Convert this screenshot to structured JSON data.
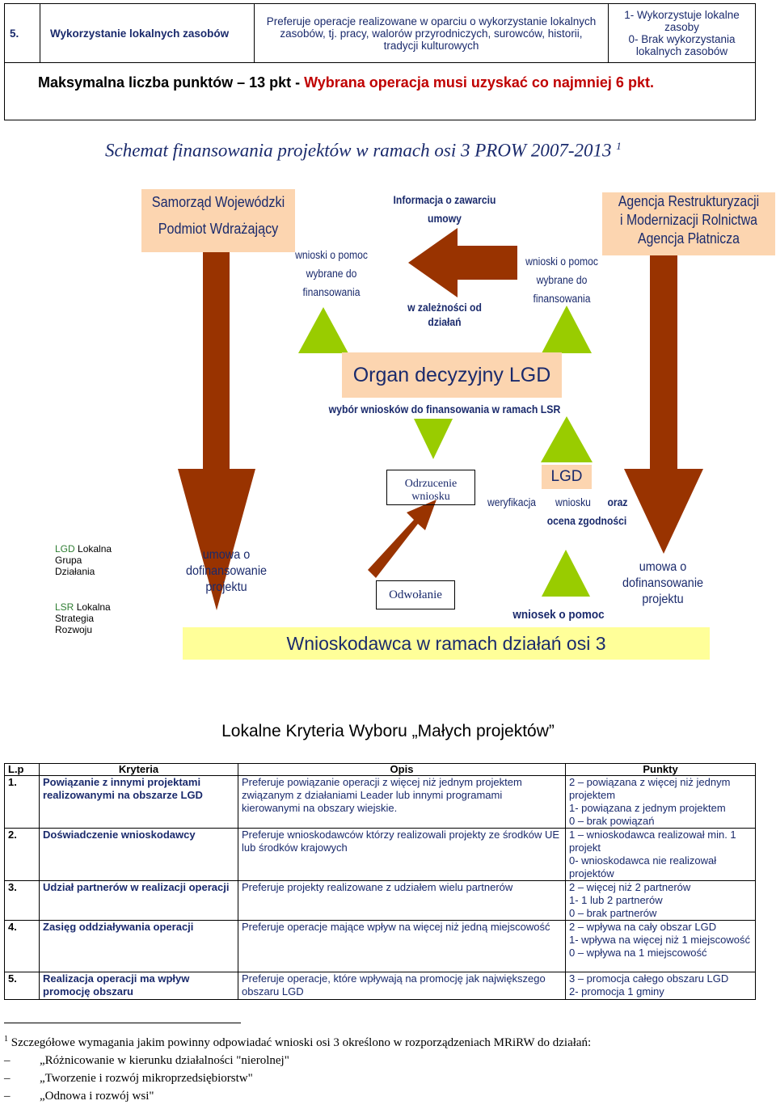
{
  "top_table": {
    "num": "5.",
    "criterion": "Wykorzystanie lokalnych zasobów",
    "description": "Preferuje operacje realizowane w oparciu o wykorzystanie lokalnych zasobów, tj. pracy, walorów przyrodniczych, surowców, historii, tradycji kulturowych",
    "points_line1": "1- Wykorzystuje lokalne zasoby",
    "points_line2": "0- Brak wykorzystania lokalnych zasobów",
    "max_prefix": "Maksymalna liczba punktów – 13 pkt - ",
    "max_red": "Wybrana operacja musi uzyskać co najmniej 6 pkt."
  },
  "schemat": {
    "title": "Schemat finansowania projektów w ramach osi 3 PROW 2007-2013",
    "title_sup": "1",
    "samorzad_line1": "Samorząd Wojewódzki",
    "samorzad_line2": "Podmiot Wdrażający",
    "agencja_line1": "Agencja Restrukturyzacji",
    "agencja_line2": "i Modernizacji Rolnictwa",
    "agencja_line3": "Agencja Płatnicza",
    "informacja": "Informacja o zawarciu umowy",
    "wnioski_left_1": "wnioski o pomoc",
    "wnioski_left_2": "wybrane do",
    "wnioski_left_3": "finansowania",
    "wnioski_right_1": "wnioski o pomoc",
    "wnioski_right_2": "wybrane do",
    "wnioski_right_3": "finansowania",
    "w_zaleznosci_1": "w zależności od",
    "w_zaleznosci_2": "działań",
    "organ": "Organ decyzyjny LGD",
    "wybor": "wybór wniosków do finansowania w ramach LSR",
    "odrzucenie": "Odrzucenie wniosku",
    "lgd": "LGD",
    "weryfikacja": "weryfikacja",
    "wniosku": "wniosku",
    "oraz": "oraz",
    "ocena": "ocena zgodności",
    "odwolanie": "Odwołanie",
    "wniosek_o_pomoc": "wniosek o pomoc",
    "umowa_left_1": "umowa o",
    "umowa_left_2": "dofinansowanie",
    "umowa_left_3": "projektu",
    "umowa_right_1": "umowa o",
    "umowa_right_2": "dofinansowanie",
    "umowa_right_3": "projektu",
    "wnioskodawca": "Wnioskodawca w ramach działań osi 3",
    "legend_lgd_abbr": "LGD",
    "legend_lgd_1": "Lokalna",
    "legend_lgd_2": "Grupa",
    "legend_lgd_3": "Działania",
    "legend_lsr_abbr": "LSR",
    "legend_lsr_1": "Lokalna",
    "legend_lsr_2": "Strategia",
    "legend_lsr_3": "Rozwoju"
  },
  "kryteria": {
    "title": "Lokalne Kryteria Wyboru „Małych projektów”",
    "headers": [
      "L.p",
      "Kryteria",
      "Opis",
      "Punkty"
    ],
    "rows": [
      {
        "lp": "1.",
        "kr": "Powiązanie z innymi projektami realizowanymi na obszarze LGD",
        "op": "Preferuje powiązanie operacji z więcej niż jednym projektem związanym z działaniami Leader lub innymi programami kierowanymi na obszary wiejskie.",
        "pk": [
          "2 – powiązana z więcej niż jednym projektem",
          "1- powiązana z jednym projektem",
          "0 – brak powiązań"
        ]
      },
      {
        "lp": "2.",
        "kr": "Doświadczenie wnioskodawcy",
        "op": "Preferuje wnioskodawców którzy realizowali projekty ze środków UE lub środków krajowych",
        "pk": [
          "1 – wnioskodawca realizował min. 1 projekt",
          "0- wnioskodawca nie realizował projektów"
        ]
      },
      {
        "lp": "3.",
        "kr": "Udział partnerów w realizacji operacji",
        "op": "Preferuje projekty  realizowane z udziałem wielu partnerów",
        "pk": [
          "2 – więcej niż 2 partnerów",
          "1- 1 lub 2 partnerów",
          "0 – brak partnerów"
        ]
      },
      {
        "lp": "4.",
        "kr": "Zasięg oddziaływania operacji",
        "op": "Preferuje operacje mające wpływ na więcej niż jedną miejscowość",
        "pk": [
          "2 – wpływa na cały obszar LGD",
          "1- wpływa na więcej niż 1 miejscowość",
          "0 – wpływa na 1 miejscowość"
        ]
      },
      {
        "lp": "5.",
        "kr": "Realizacja operacji ma wpływ promocję obszaru",
        "op": "Preferuje operacje,  które wpływają na promocję jak największego obszaru LGD",
        "pk": [
          "3 – promocja całego obszaru LGD",
          "2- promocja 1 gminy"
        ]
      }
    ]
  },
  "footnote": {
    "sup": "1",
    "text": "Szczegółowe wymagania jakim powinny odpowiadać wnioski osi 3 określono w rozporządzeniach MRiRW do działań:",
    "items": [
      "„Różnicowanie w kierunku działalności \"nierolnej\"",
      "„Tworzenie i rozwój mikroprzedsiębiorstw\"",
      "„Odnowa i rozwój wsi\""
    ]
  },
  "colors": {
    "navy": "#1a2a6c",
    "brown": "#993300",
    "green": "#99cc00",
    "peach": "#fcd5b0",
    "yellow": "#ffff99",
    "red": "#c00000"
  }
}
